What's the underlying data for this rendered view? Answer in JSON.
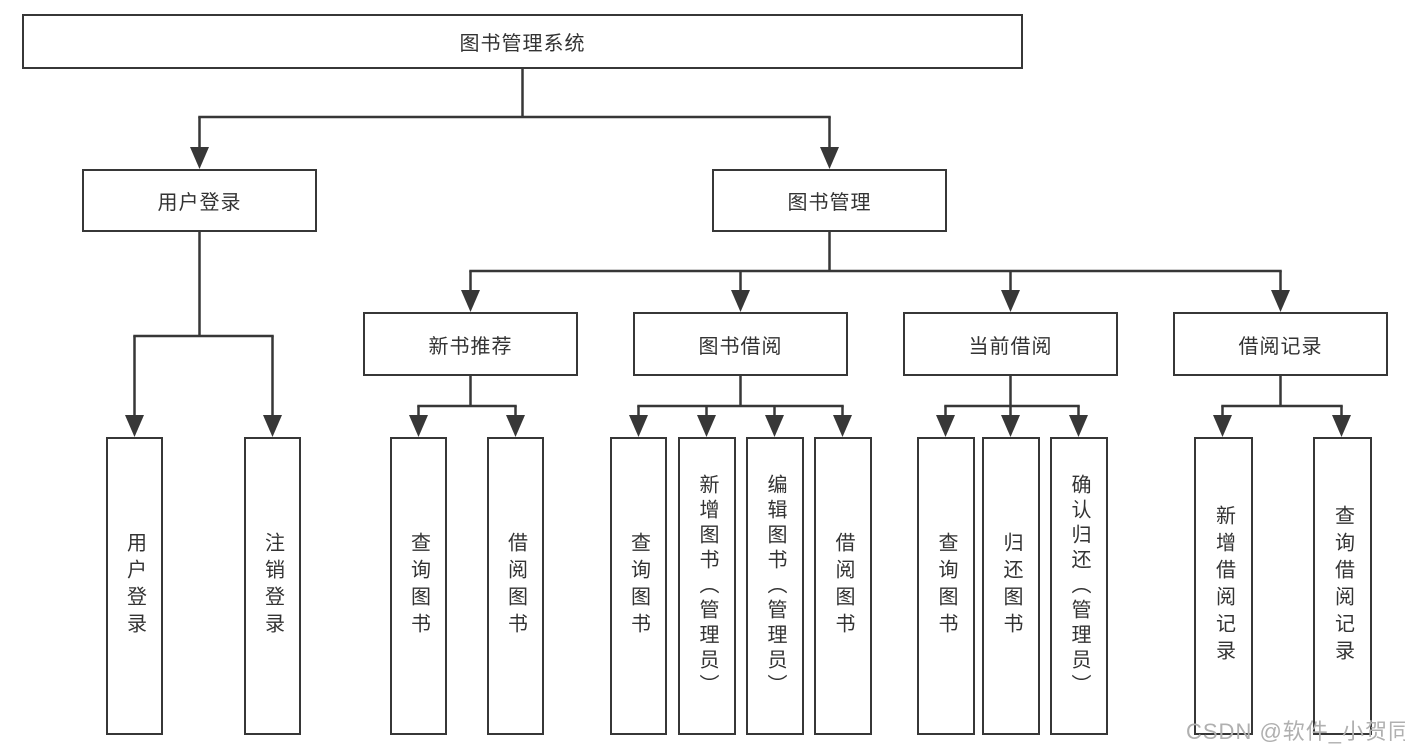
{
  "tree": {
    "label": "图书管理系统",
    "children": [
      {
        "label": "用户登录",
        "children": [
          {
            "label": "用户登录"
          },
          {
            "label": "注销登录"
          }
        ]
      },
      {
        "label": "图书管理",
        "children": [
          {
            "label": "新书推荐",
            "children": [
              {
                "label": "查询图书"
              },
              {
                "label": "借阅图书"
              }
            ]
          },
          {
            "label": "图书借阅",
            "children": [
              {
                "label": "查询图书"
              },
              {
                "label": "新增图书（管理员）"
              },
              {
                "label": "编辑图书（管理员）"
              },
              {
                "label": "借阅图书"
              }
            ]
          },
          {
            "label": "当前借阅",
            "children": [
              {
                "label": "查询图书"
              },
              {
                "label": "归还图书"
              },
              {
                "label": "确认归还（管理员）"
              }
            ]
          },
          {
            "label": "借阅记录",
            "children": [
              {
                "label": "新增借阅记录"
              },
              {
                "label": "查询借阅记录"
              }
            ]
          }
        ]
      }
    ]
  },
  "watermark": {
    "text": "CSDN @软件_小贺同学"
  },
  "colors": {
    "line": "#373737",
    "box_border": "#373737",
    "text": "#333333",
    "background": "#ffffff",
    "watermark": "#b0b0b0"
  }
}
